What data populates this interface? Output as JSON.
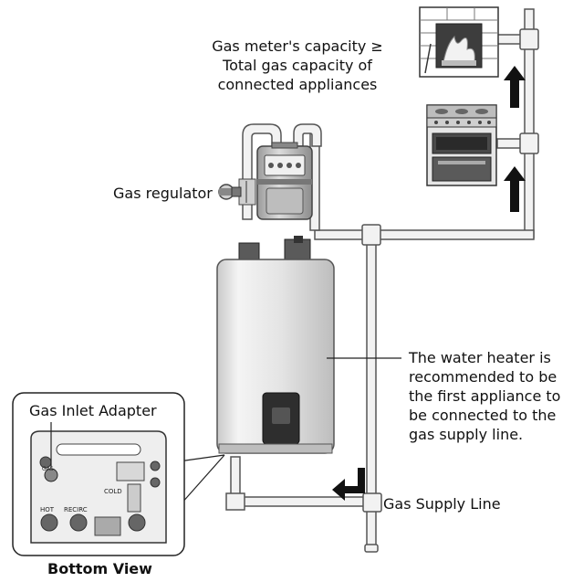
{
  "labels": {
    "meter_capacity": "Gas meter's capacity ≥",
    "meter_capacity_line2": "Total gas capacity of",
    "meter_capacity_line3": "connected appliances",
    "gas_regulator": "Gas regulator",
    "water_heater_line1": "The water heater is",
    "water_heater_line2": "recommended to be",
    "water_heater_line3": "the first appliance to",
    "water_heater_line4": "be connected to the",
    "water_heater_line5": "gas supply line.",
    "gas_inlet_adapter": "Gas Inlet Adapter",
    "gas_supply_line": "Gas Supply Line",
    "bottom_view": "Bottom View"
  },
  "bottom_view_markings": {
    "hot": "HOT",
    "recirc": "RECIRC",
    "cold": "COLD",
    "gas": "GAS"
  },
  "colors": {
    "pipe_fill": "#f2f2f2",
    "pipe_stroke": "#555555",
    "heater_body": "#d9d9d9",
    "heater_panel": "#3a3a3a",
    "arrow": "#111111",
    "line": "#222222"
  },
  "icons": [
    "fireplace-icon",
    "stove-icon",
    "gas-meter-icon",
    "gas-regulator-icon",
    "water-heater-icon",
    "flow-arrow-icon"
  ]
}
